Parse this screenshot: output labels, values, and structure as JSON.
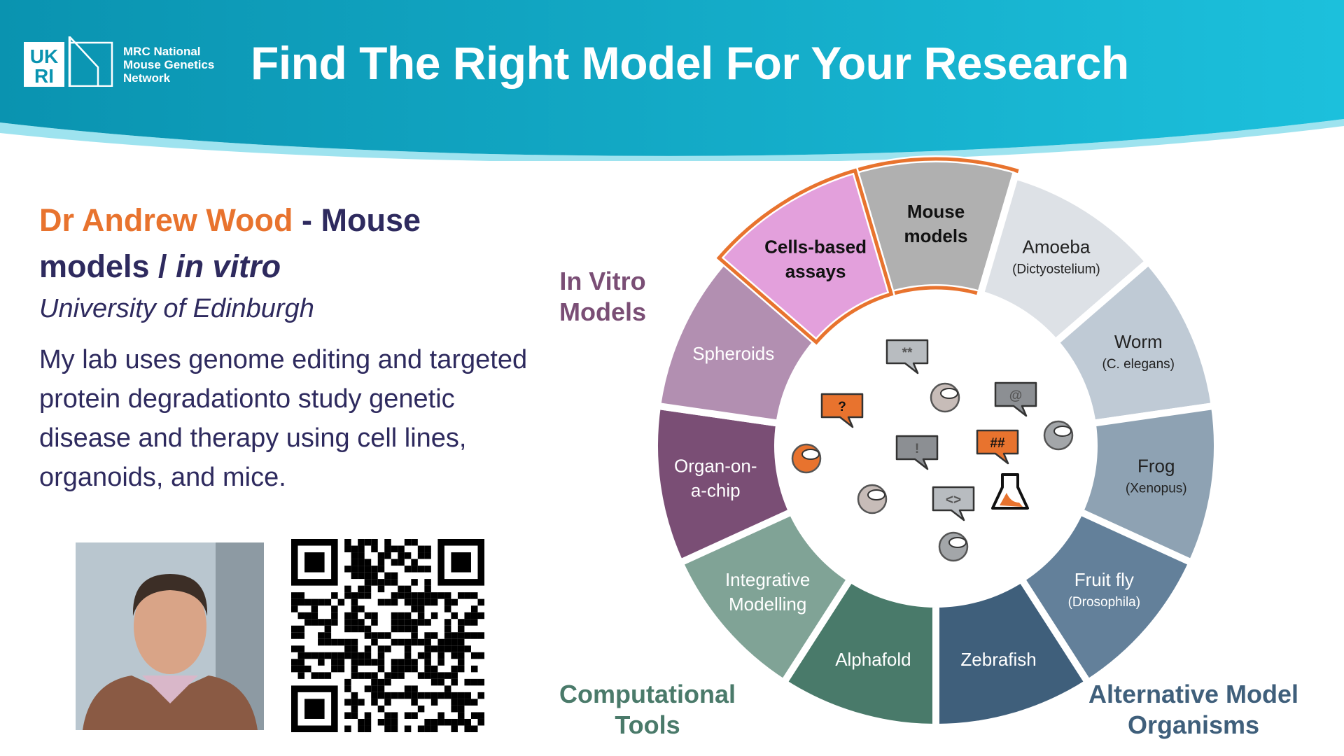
{
  "header": {
    "title": "Find The Right Model For Your Research",
    "org_lines": [
      "MRC National",
      "Mouse Genetics",
      "Network"
    ],
    "logo_letters": "UKRI"
  },
  "person": {
    "name": "Dr Andrew Wood",
    "sep": " - ",
    "topic_a": "Mouse models / ",
    "topic_b": "in vitro",
    "university": "University of Edinburgh",
    "bio": "My lab uses genome editing and targeted protein degradationto study genetic disease and therapy using cell lines, organoids, and mice."
  },
  "categories": {
    "in_vitro": "In Vitro Models",
    "computational": "Computational Tools",
    "alternative": "Alternative Model Organisms"
  },
  "colors": {
    "accent": "#e8732e",
    "navy": "#2e2a5e",
    "in_vitro": "#7a4e75",
    "computational": "#4a7a6a",
    "alternative": "#3f5f7b"
  },
  "wheel": [
    {
      "label": "Mouse models",
      "sub": "",
      "color": "#b0b0b0",
      "text": "#111",
      "bold": true,
      "highlight": true
    },
    {
      "label": "Amoeba",
      "sub": "(Dictyostelium)",
      "color": "#dde1e6",
      "text": "#222"
    },
    {
      "label": "Worm",
      "sub": "(C. elegans)",
      "color": "#bfcad5",
      "text": "#222"
    },
    {
      "label": "Frog",
      "sub": "(Xenopus)",
      "color": "#8ea2b3",
      "text": "#222"
    },
    {
      "label": "Fruit fly",
      "sub": "(Drosophila)",
      "color": "#63809a",
      "text": "#fff"
    },
    {
      "label": "Zebrafish",
      "sub": "",
      "color": "#3f5f7b",
      "text": "#fff"
    },
    {
      "label": "Alphafold",
      "sub": "",
      "color": "#497a6a",
      "text": "#fff"
    },
    {
      "label": "Integrative Modelling",
      "sub": "",
      "color": "#80a396",
      "text": "#fff"
    },
    {
      "label": "Organ-on-a-chip",
      "sub": "",
      "color": "#7a4e75",
      "text": "#fff"
    },
    {
      "label": "Spheroids",
      "sub": "",
      "color": "#b28fb1",
      "text": "#fff"
    },
    {
      "label": "Cells-based assays",
      "sub": "",
      "color": "#e3a0dc",
      "text": "#111",
      "bold": true,
      "highlight": true
    }
  ],
  "bubbles": [
    {
      "text": "**",
      "fill": "#b8bcc0"
    },
    {
      "text": "?",
      "fill": "#e8732e"
    },
    {
      "text": "@",
      "fill": "#8c8f93"
    },
    {
      "text": "!",
      "fill": "#8c8f93"
    },
    {
      "text": "##",
      "fill": "#e8732e"
    },
    {
      "text": "<>",
      "fill": "#b8bcc0"
    }
  ]
}
